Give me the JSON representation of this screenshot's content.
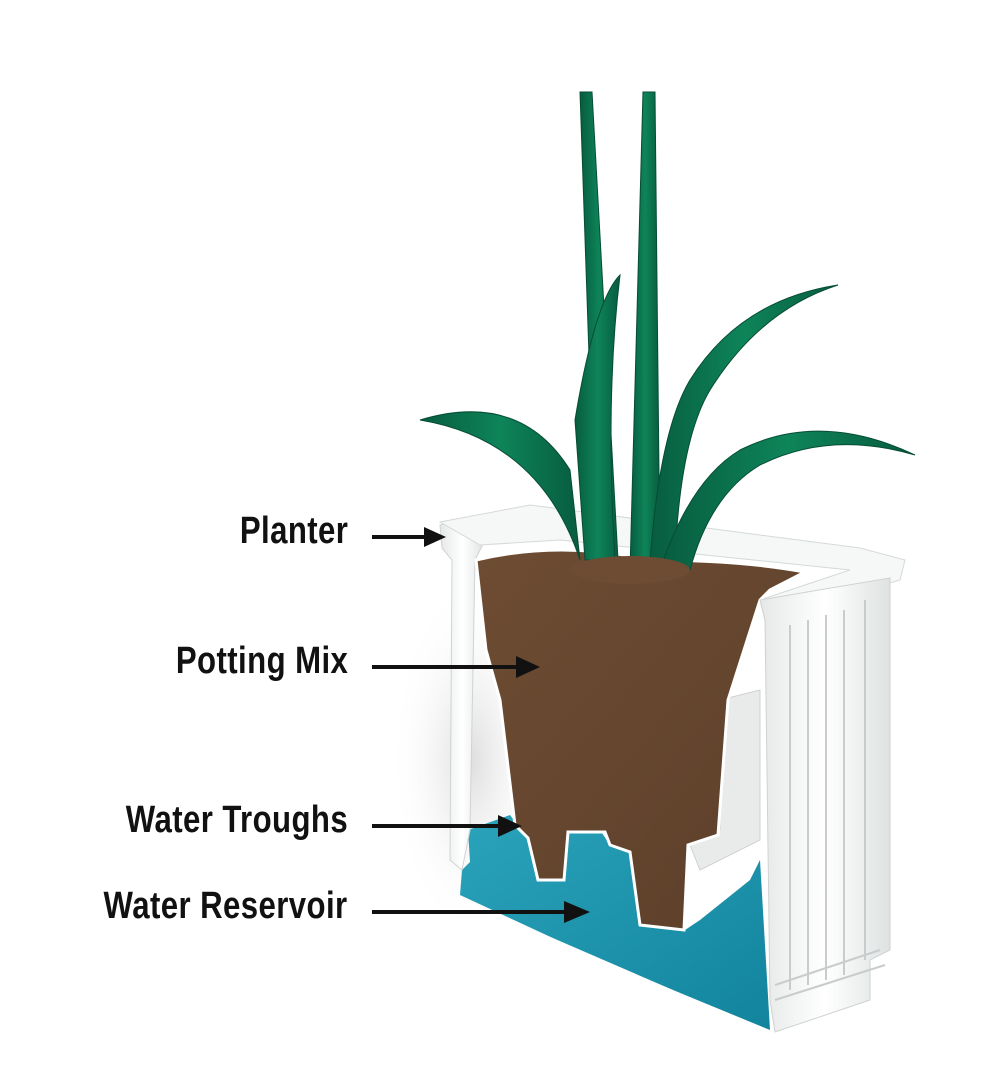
{
  "diagram": {
    "subject": "Self-watering planter cross-section",
    "labels": [
      {
        "id": "planter",
        "text": "Planter"
      },
      {
        "id": "potting-mix",
        "text": "Potting Mix"
      },
      {
        "id": "water-troughs",
        "text": "Water Troughs"
      },
      {
        "id": "water-reservoir",
        "text": "Water Reservoir"
      }
    ],
    "colors": {
      "background": "#ffffff",
      "label_text": "#111111",
      "arrow": "#111111",
      "planter_white": "#f4f5f5",
      "planter_shadow": "#d9dcdc",
      "soil": "#6b4a32",
      "soil_dark": "#5a3d28",
      "water": "#1a8fa8",
      "water_light": "#2aa3bb",
      "leaf": "#0c7a55",
      "leaf_dark": "#075c3f"
    }
  }
}
